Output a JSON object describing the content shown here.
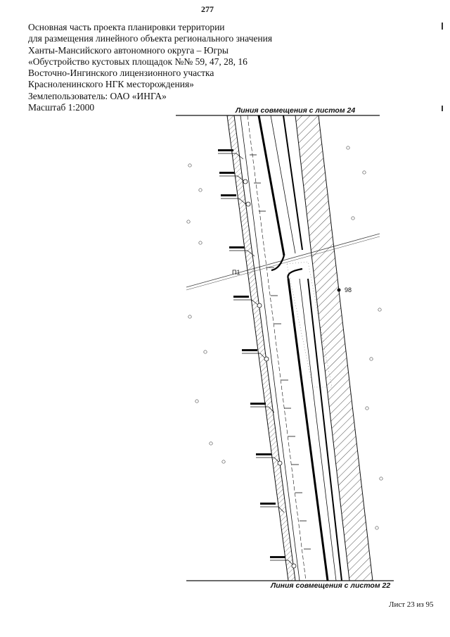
{
  "page": {
    "number": "277"
  },
  "header": {
    "lines": [
      "Основная часть проекта планировки территории",
      "для размещения линейного объекта регионального значения",
      "Ханты-Мансийского автономного округа – Югры",
      "«Обустройство кустовых площадок №№ 59, 47, 28, 16",
      "Восточно-Ингинского лицензионного участка",
      "Красноленинского НГК месторождения»",
      "Землепользователь: ОАО «ИНГА»",
      "Масштаб 1:2000"
    ]
  },
  "drawing": {
    "top_match_line": "Линия совмещения с листом 24",
    "bottom_match_line": "Линия совмещения с листом 22",
    "point_label_left": "П1",
    "point_label_right": "98"
  },
  "footer": {
    "sheet": "Лист 23 из 95"
  }
}
